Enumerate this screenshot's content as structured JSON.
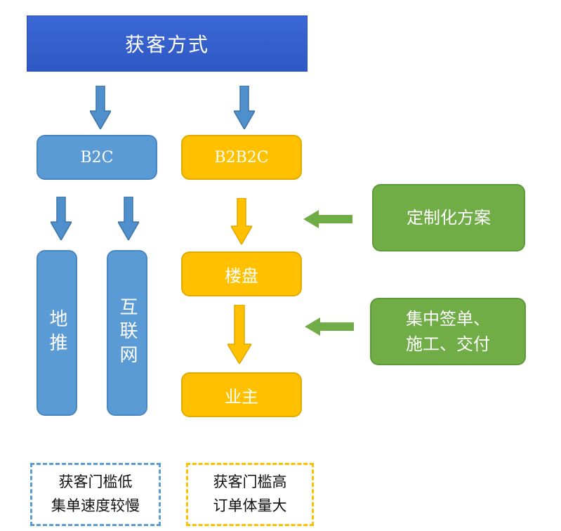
{
  "colors": {
    "title_blue": "#3563cc",
    "b2c_blue": "#5b9bd5",
    "b2b2c_gold": "#ffc000",
    "solution_green": "#70ad47"
  },
  "diagram": {
    "title": "获客方式",
    "b2c": {
      "label": "B2C",
      "channels": [
        {
          "label": "地推"
        },
        {
          "label": "互联网"
        }
      ],
      "note": {
        "line1": "获客门槛低",
        "line2": "集单速度较慢"
      }
    },
    "b2b2c": {
      "label": "B2B2C",
      "steps": [
        {
          "label": "楼盘"
        },
        {
          "label": "业主"
        }
      ],
      "note": {
        "line1": "获客门槛高",
        "line2": "订单体量大"
      }
    },
    "inputs": [
      {
        "line1": "定制化方案",
        "line2": ""
      },
      {
        "line1": "集中签单、",
        "line2": "施工、交付"
      }
    ]
  }
}
